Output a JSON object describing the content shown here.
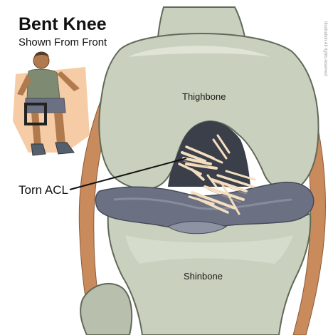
{
  "header": {
    "title": "Bent Knee",
    "subtitle": "Shown From Front"
  },
  "labels": {
    "thighbone": "Thighbone",
    "shinbone": "Shinbone",
    "torn_acl": "Torn ACL"
  },
  "credit": "Illustration   All rights reserved",
  "colors": {
    "bone": "#c9d0bd",
    "bone_shadow": "#aab39d",
    "bone_outline": "#5f6a59",
    "meniscus": "#6b7183",
    "meniscus_light": "#8d93a3",
    "acl_fibers": "#f3dec0",
    "ligament": "#c98a5c",
    "inset_bg": "#f4c79b",
    "inset_box": "#222222"
  }
}
